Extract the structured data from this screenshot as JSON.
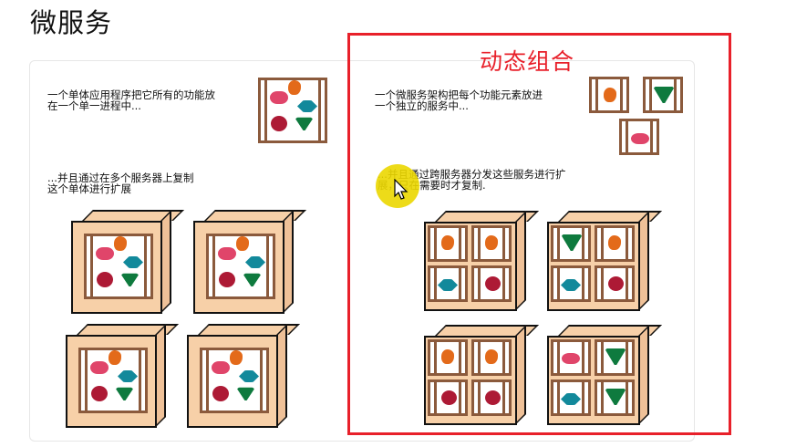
{
  "page": {
    "title": "微服务"
  },
  "left": {
    "caption_1": "一个单体应用程序把它所有的功能放\n在一个单一进程中...",
    "caption_2": "...并且通过在多个服务器上复制\n这个单体进行扩展",
    "servers": 4
  },
  "right": {
    "highlight_title": "动态组合",
    "caption_1": "一个微服务架构把每个功能元素放进\n一个独立的服务中...",
    "caption_2": "...并且通过跨服务器分发这些服务进行扩\n展，只在需要时才复制.",
    "servers": 4
  },
  "colors": {
    "highlight_border": "#e8202a",
    "frame": "#8b5a3c",
    "server_face": "#f7d0a8",
    "orange": "#e36a1a",
    "pink": "#e0456a",
    "teal": "#12899b",
    "crimson": "#ad1a35",
    "green": "#0e7a3e",
    "cursor_halo": "#ebd700"
  }
}
